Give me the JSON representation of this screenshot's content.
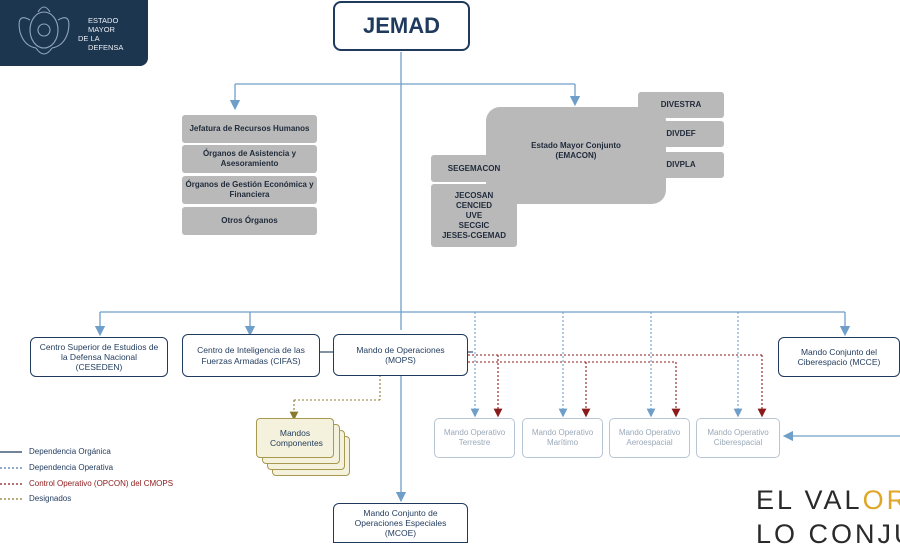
{
  "logo": {
    "text_lines": [
      "ESTADO",
      "MAYOR",
      "DE LA",
      "DEFENSA"
    ]
  },
  "top": {
    "jemad": "JEMAD"
  },
  "left_organs": [
    "Jefatura de Recursos Humanos",
    "Órganos de Asistencia y Asesoramiento",
    "Órganos de Gestión Económica y Financiera",
    "Otros Órganos"
  ],
  "emacon": {
    "main": "Estado Mayor Conjunto (EMACON)",
    "divisions": [
      "DIVESTRA",
      "DIVDEF",
      "DIVPLA"
    ],
    "segemacon": "SEGEMACON",
    "subunits": [
      "JECOSAN",
      "CENCIED",
      "UVE",
      "SECGIC",
      "JESES-CGEMAD"
    ]
  },
  "level2": {
    "ceseden": "Centro Superior de Estudios de la Defensa Nacional (CESEDEN)",
    "cifas": "Centro de Inteligencia de las Fuerzas Armadas (CIFAS)",
    "mops": "Mando de Operaciones (MOPS)",
    "mcce": "Mando Conjunto del Ciberespacio (MCCE)"
  },
  "mandos_componentes": "Mandos Componentes",
  "operativos": [
    "Mando Operativo Terrestre",
    "Mando Operativo Marítimo",
    "Mando Operativo Aeroespacial",
    "Mando Operativo Ciberespacial"
  ],
  "mcoe": "Mando Conjunto de Operaciones Especiales (MCOE)",
  "legend": [
    {
      "label": "Dependencia Orgánica",
      "color": "#1f3a5c",
      "style": "solid"
    },
    {
      "label": "Dependencia Operativa",
      "color": "#4a78a8",
      "style": "dotted"
    },
    {
      "label": "Control Operativo (OPCON) del CMOPS",
      "color": "#8b1a1a",
      "style": "dotted"
    },
    {
      "label": "Designados",
      "color": "#8a7a30",
      "style": "dotted"
    }
  ],
  "motto": {
    "line1_part1": "EL VAL",
    "line1_part2": "OR",
    "line2": "LO CONJU"
  },
  "colors": {
    "navy": "#1f3a5c",
    "gray_box": "#b9b9b9",
    "operativa": "#6f9fc8",
    "opcon": "#8b1a1a",
    "designados": "#8a7a30"
  }
}
